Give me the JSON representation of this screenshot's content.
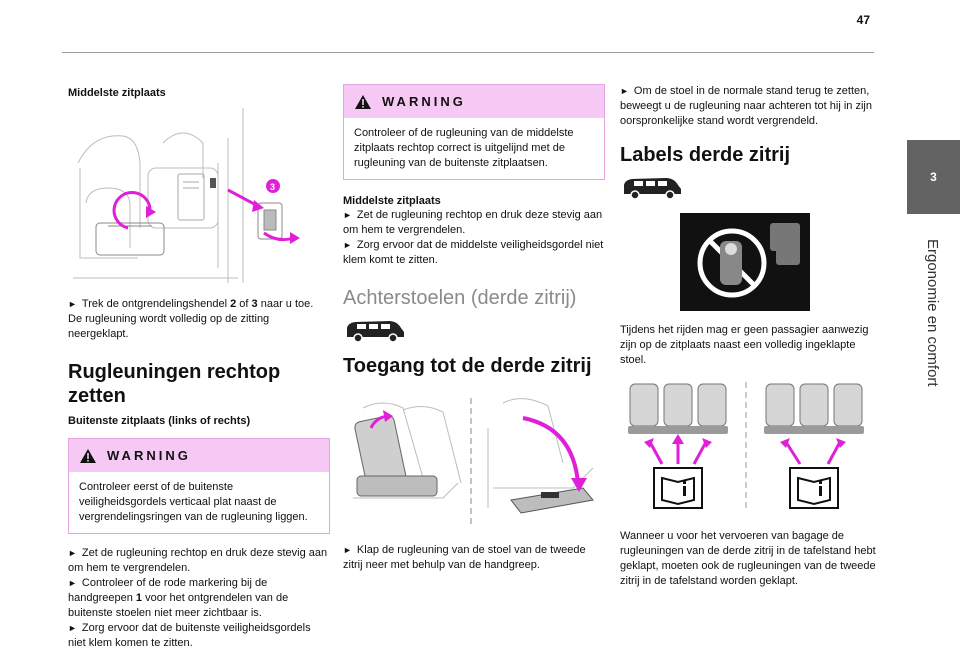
{
  "page_number": "47",
  "side_tab": {
    "number": "3",
    "title": "Ergonomie en comfort"
  },
  "col1": {
    "heading_middle_seat": "Middelste zitplaats",
    "step_release": "Trek de ontgrendelingshendel ",
    "step_release_b1": "2",
    "step_release_mid": " of ",
    "step_release_b2": "3",
    "step_release_end": " naar u toe. De rugleuning wordt volledig op de zitting neergeklapt.",
    "heading_upright": "Rugleuningen rechtop zetten",
    "subheading_outer": "Buitenste zitplaats (links of rechts)",
    "warning_title": "WARNING",
    "warning_text": "Controleer eerst of de buitenste veiligheidsgordels verticaal plat naast de vergrendelingsringen van de rugleuning liggen.",
    "step_push": "Zet de rugleuning rechtop en druk deze stevig aan om hem te vergrendelen.",
    "step_check_a": "Controleer of de rode markering bij de handgreepen ",
    "step_check_b": "1",
    "step_check_c": " voor het ontgrendelen van de buitenste stoelen niet meer zichtbaar is.",
    "step_belts": "Zorg ervoor dat de buitenste veiligheidsgordels niet klem komen te zitten."
  },
  "col2": {
    "warning_title": "WARNING",
    "warning_text": "Controleer of de rugleuning van de middelste zitplaats rechtop correct is uitgelijnd met de rugleuning van de buitenste zitplaatsen.",
    "heading_middle_seat": "Middelste zitplaats",
    "step_push": "Zet de rugleuning rechtop en druk deze stevig aan om hem te vergrendelen.",
    "step_belt": "Zorg ervoor dat de middelste veiligheidsgordel niet klem komt te zitten.",
    "heading_rear": "Achterstoelen (derde zitrij)",
    "heading_access": "Toegang tot de derde zitrij",
    "step_fold": "Klap de rugleuning van de stoel van de tweede zitrij neer met behulp van de handgreep."
  },
  "col3": {
    "step_return": "Om de stoel in de normale stand terug te zetten, beweegt u de rugleuning naar achteren tot hij in zijn oorspronkelijke stand wordt vergrendeld.",
    "heading_labels": "Labels derde zitrij",
    "text_no_passenger": "Tijdens het rijden mag er geen passagier aanwezig zijn op de zitplaats naast een volledig ingeklapte stoel.",
    "text_luggage": "Wanneer u voor het vervoeren van bagage de rugleuningen van de derde zitrij in de tafelstand hebt geklapt, moeten ook de rugleuningen van de tweede zitrij in de tafelstand worden geklapt."
  },
  "colors": {
    "accent_magenta": "#e020d8",
    "warning_header": "#f5c9f3",
    "tab_gray": "#636363"
  }
}
